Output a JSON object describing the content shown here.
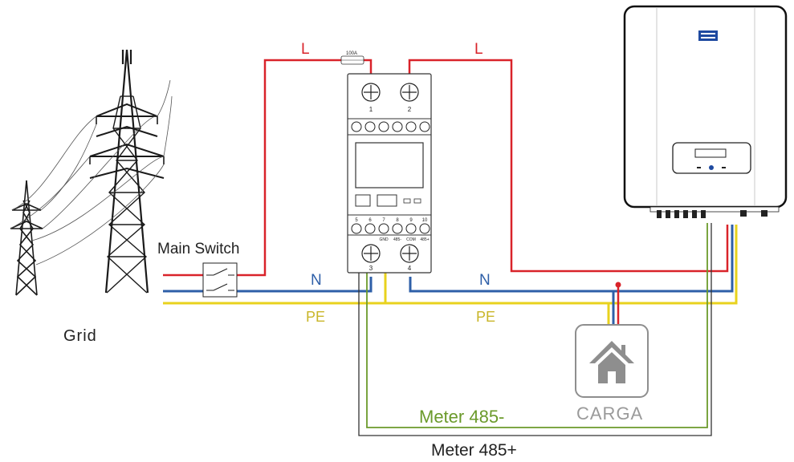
{
  "labels": {
    "main_switch": "Main Switch",
    "grid": "Grid",
    "line_left": "L",
    "line_right": "L",
    "neutral_left": "N",
    "neutral_right": "N",
    "pe_left": "PE",
    "pe_right": "PE",
    "meter_485_minus": "Meter 485-",
    "meter_485_plus": "Meter 485+",
    "carga": "CARGA",
    "fuse_rating": "100A"
  },
  "meter": {
    "top_terminals": [
      "1",
      "2"
    ],
    "bottom_terminals": [
      "3",
      "4"
    ],
    "terminal_numbers": [
      "5",
      "6",
      "7",
      "8",
      "9",
      "10"
    ],
    "terminal_names": [
      "GND",
      "485-",
      "COM",
      "485+"
    ]
  },
  "colors": {
    "line": "#d9232a",
    "neutral": "#2e5fa8",
    "pe": "#e8d21d",
    "meter_485_minus": "#6b9a2b",
    "meter_485_plus": "#222222",
    "load_icon": "#8e8e8e",
    "inverter_logo": "#1f4aa0"
  },
  "icons": [
    "power-tower-icon",
    "switch-icon",
    "fuse-icon",
    "house-icon",
    "inverter-logo-icon"
  ]
}
